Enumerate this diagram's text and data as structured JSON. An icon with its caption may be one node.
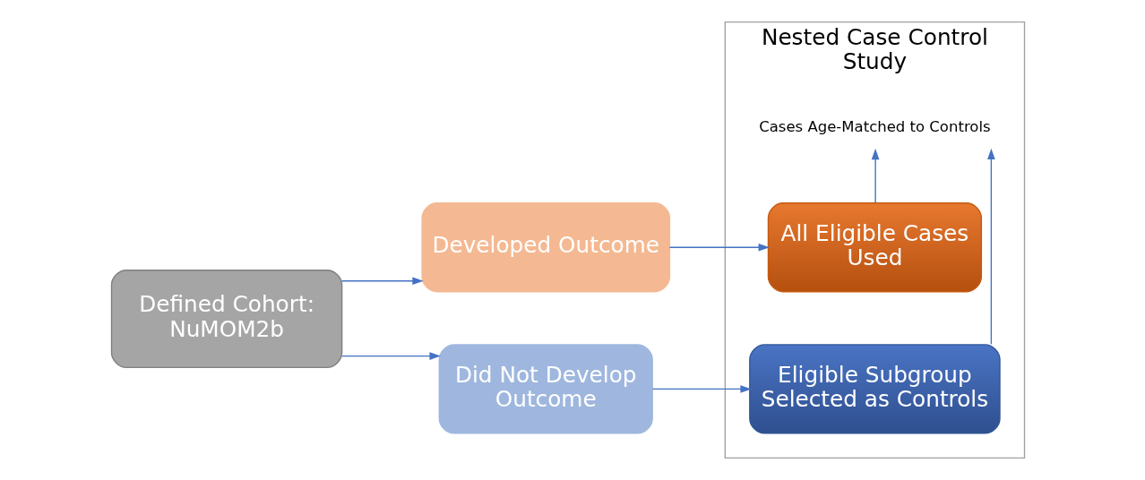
{
  "diagram": {
    "nodes": [
      {
        "text": [
          "Defined Cohort: NuMOM2b"
        ]
      },
      {
        "text": [
          "Developed Outcome"
        ]
      },
      {
        "text": [
          "Did Not Develop Outcome"
        ]
      },
      {
        "text": [
          "Nested Case Control Study"
        ]
      },
      {
        "text": [
          "All Eligible Cases Used"
        ],
        "in": 3
      },
      {
        "text": [
          "Cases Age-Matched to Controls"
        ],
        "in": 3
      },
      {
        "text": [
          "Eligible Subgroup Selected as Controls"
        ],
        "in": 3
      }
    ],
    "edges": [
      {
        "from": 0,
        "to": 1,
        "arrow": "to"
      },
      {
        "from": 0,
        "to": 2,
        "arrow": "to"
      },
      {
        "from": 1,
        "to": 4,
        "arrow": "to"
      },
      {
        "from": 2,
        "to": 6,
        "arrow": "to"
      },
      {
        "from": 4,
        "to": 5,
        "arrow": "to"
      },
      {
        "from": 6,
        "to": 5,
        "arrow": "to"
      }
    ]
  }
}
